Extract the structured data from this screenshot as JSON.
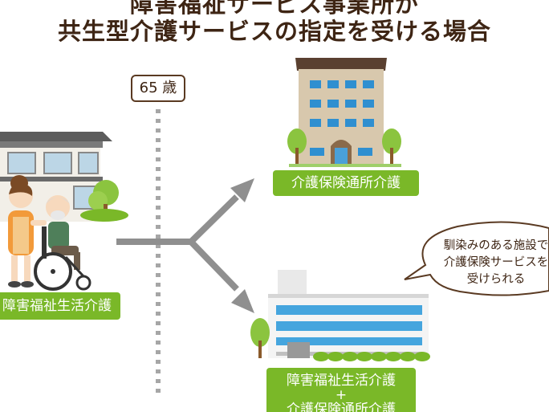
{
  "header": {
    "title_line1": "障害福祉サービス事業所が",
    "title_line2": "共生型介護サービスの指定を受ける場合"
  },
  "timeline": {
    "age_label": "65 歳"
  },
  "left": {
    "service_label": "障害福祉生活介護"
  },
  "upper_branch": {
    "label": "介護保険通所介護"
  },
  "lower_branch": {
    "label_line1": "障害福祉生活介護",
    "label_line2": "+",
    "label_line3": "介護保険通所介護"
  },
  "bubble": {
    "line1": "馴染みのある施設で",
    "line2": "介護保険サービスを",
    "line3": "受けられる"
  },
  "colors": {
    "title": "#3e2514",
    "green": "#7ab828",
    "arrow": "#8f8f8f",
    "timeline": "#a6a6a6"
  },
  "icons": [
    "house",
    "caregiver",
    "wheelchair-person",
    "facility-building",
    "bush",
    "tree",
    "speech-bubble"
  ]
}
